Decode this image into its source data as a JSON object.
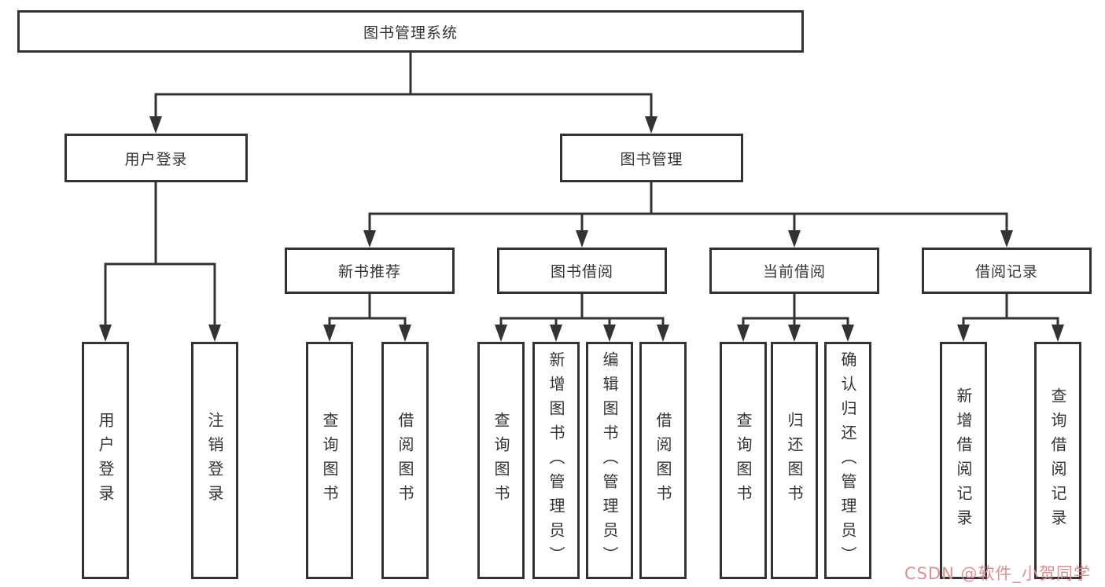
{
  "colors": {
    "line": "#333333",
    "box_border": "#333333",
    "text": "#333333",
    "background": "#ffffff",
    "watermark": "#dd8f8f"
  },
  "watermark": {
    "text": "CSDN @软件_小贺同学",
    "color": "#dd8f8f"
  },
  "tree": {
    "root": {
      "label": "图书管理系统"
    },
    "user_login": {
      "label": "用户登录",
      "children": [
        {
          "label": "用户登录"
        },
        {
          "label": "注销登录"
        }
      ]
    },
    "book_mgmt": {
      "label": "图书管理"
    },
    "new_book": {
      "label": "新书推荐",
      "children": [
        {
          "label": "查询图书"
        },
        {
          "label": "借阅图书"
        }
      ]
    },
    "borrow": {
      "label": "图书借阅",
      "children": [
        {
          "label": "查询图书"
        },
        {
          "label": "新增图书（管理员）"
        },
        {
          "label": "编辑图书（管理员）"
        },
        {
          "label": "借阅图书"
        }
      ]
    },
    "current": {
      "label": "当前借阅",
      "children": [
        {
          "label": "查询图书"
        },
        {
          "label": "归还图书"
        },
        {
          "label": "确认归还（管理员）"
        }
      ]
    },
    "records": {
      "label": "借阅记录",
      "children": [
        {
          "label": "新增借阅记录"
        },
        {
          "label": "查询借阅记录"
        }
      ]
    }
  }
}
